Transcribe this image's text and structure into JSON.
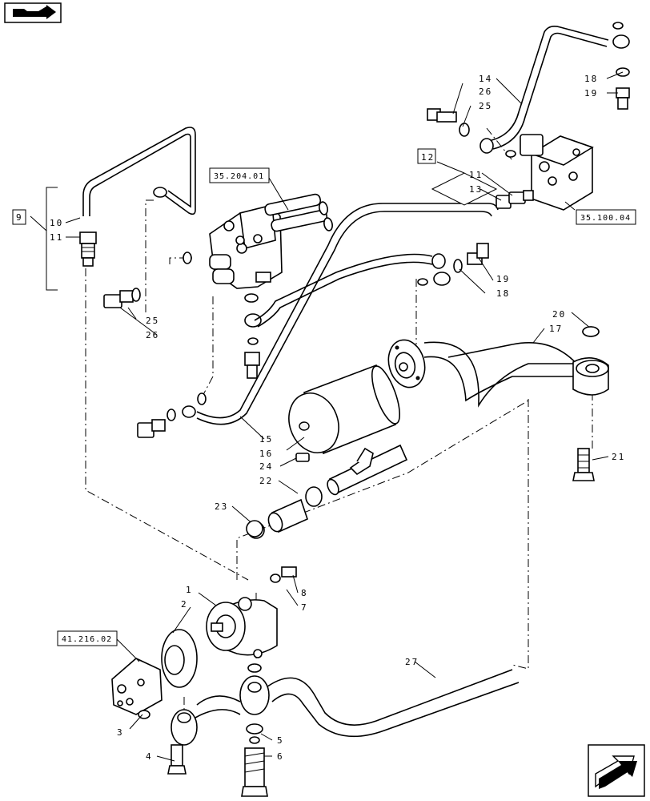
{
  "callouts": [
    {
      "id": "c1",
      "text": "1"
    },
    {
      "id": "c2",
      "text": "2"
    },
    {
      "id": "c3",
      "text": "3"
    },
    {
      "id": "c4",
      "text": "4"
    },
    {
      "id": "c5",
      "text": "5"
    },
    {
      "id": "c6",
      "text": "6"
    },
    {
      "id": "c7",
      "text": "7"
    },
    {
      "id": "c8",
      "text": "8"
    },
    {
      "id": "c9",
      "text": "9"
    },
    {
      "id": "c10",
      "text": "10"
    },
    {
      "id": "c11a",
      "text": "11"
    },
    {
      "id": "c11b",
      "text": "11"
    },
    {
      "id": "c12",
      "text": "12"
    },
    {
      "id": "c13",
      "text": "13"
    },
    {
      "id": "c14",
      "text": "14"
    },
    {
      "id": "c15",
      "text": "15"
    },
    {
      "id": "c16",
      "text": "16"
    },
    {
      "id": "c17",
      "text": "17"
    },
    {
      "id": "c18a",
      "text": "18"
    },
    {
      "id": "c18b",
      "text": "18"
    },
    {
      "id": "c19a",
      "text": "19"
    },
    {
      "id": "c19b",
      "text": "19"
    },
    {
      "id": "c20",
      "text": "20"
    },
    {
      "id": "c21",
      "text": "21"
    },
    {
      "id": "c22",
      "text": "22"
    },
    {
      "id": "c23",
      "text": "23"
    },
    {
      "id": "c24",
      "text": "24"
    },
    {
      "id": "c25a",
      "text": "25"
    },
    {
      "id": "c25b",
      "text": "25"
    },
    {
      "id": "c26a",
      "text": "26"
    },
    {
      "id": "c26b",
      "text": "26"
    },
    {
      "id": "c27",
      "text": "27"
    }
  ],
  "references": {
    "ref_35_204_01": "35.204.01",
    "ref_35_100_04": "35.100.04",
    "ref_41_216_02": "41.216.02"
  },
  "icons": {
    "top_left": "book-arrow-icon",
    "bottom_right": "next-page-arrow-icon"
  }
}
